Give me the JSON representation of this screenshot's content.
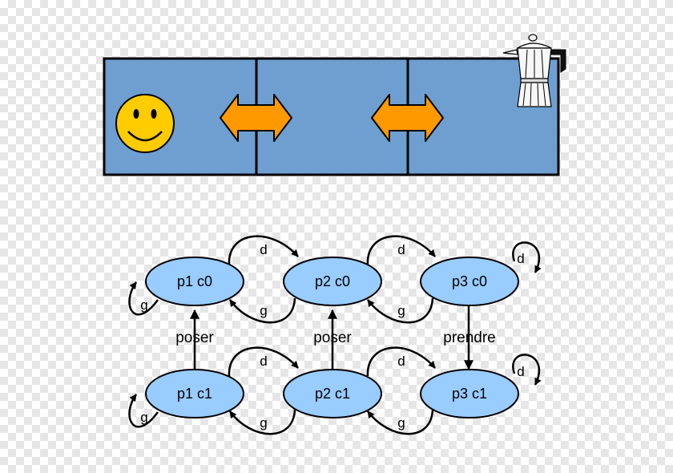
{
  "colors": {
    "room_fill": "#6f9fd0",
    "state_fill": "#99ccff",
    "arrow_fill": "#ff9900",
    "smiley_fill": "#ffcc00"
  },
  "icons": [
    "smiley-icon",
    "double-arrow-icon",
    "coffee-maker-icon"
  ],
  "states": {
    "p1c0": "p1 c0",
    "p2c0": "p2 c0",
    "p3c0": "p3 c0",
    "p1c1": "p1 c1",
    "p2c1": "p2 c1",
    "p3c1": "p3 c1"
  },
  "edges": {
    "d": "d",
    "g": "g"
  },
  "actions": {
    "poser1": "poser",
    "poser2": "poser",
    "prendre": "prendre"
  }
}
